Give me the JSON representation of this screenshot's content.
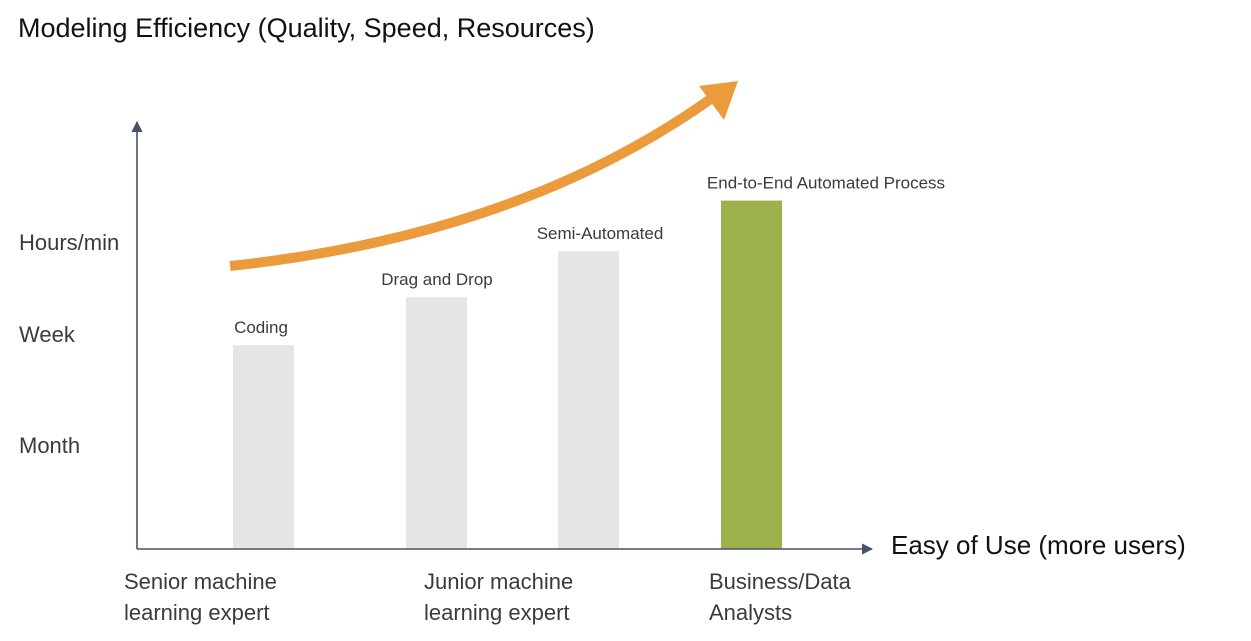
{
  "chart_data": {
    "type": "bar",
    "title": "Modeling Efficiency (Quality, Speed, Resources)",
    "xlabel": "Easy of Use (more users)",
    "ylabel": "",
    "ylim": [
      0,
      4
    ],
    "y_ticks": [
      {
        "label": "Month",
        "value": 1
      },
      {
        "label": "Week",
        "value": 2
      },
      {
        "label": "Hours/min",
        "value": 3
      }
    ],
    "x_groups": [
      {
        "line1": "Senior machine",
        "line2": "learning expert"
      },
      {
        "line1": "Junior machine",
        "line2": "learning expert"
      },
      {
        "line1": "Business/Data",
        "line2": "Analysts"
      }
    ],
    "categories": [
      "Coding",
      "Drag and Drop",
      "Semi-Automated",
      "End-to-End Automated Process"
    ],
    "values": [
      1.9,
      2.4,
      2.9,
      3.45
    ],
    "bar_colors": [
      "#e5e5e5",
      "#e5e5e5",
      "#e5e5e5",
      "#9db14a"
    ],
    "trend_arrow_color": "#eb9b3c",
    "axis_color": "#44546a",
    "grid": false
  }
}
